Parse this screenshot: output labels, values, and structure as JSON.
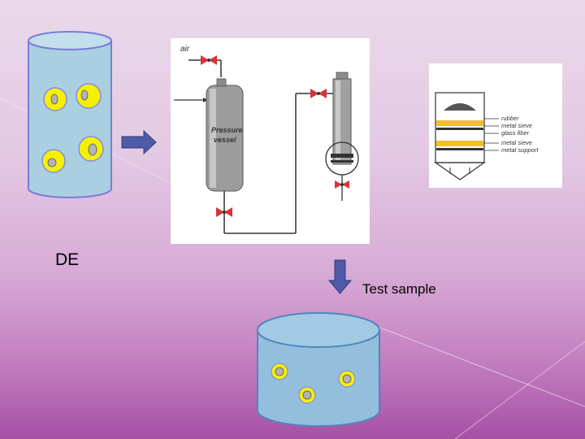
{
  "labels": {
    "source": "DE",
    "destination": "Test sample"
  },
  "apparatus": {
    "inlet": "air",
    "vessel_line1": "Pressure",
    "vessel_line2": "vessel"
  },
  "filter_stack": {
    "layers": [
      "rubber",
      "metal sieve",
      "glass fiber",
      "metal sieve",
      "metal support"
    ]
  },
  "colors": {
    "cylinder_fill": "#a9cfe0",
    "cylinder_stroke": "#7b7bd8",
    "beaker_fill": "#93bfdd",
    "beaker_stroke": "#4f86c0",
    "cell_yellow": "#f5f000",
    "cell_nucleus": "#b3b3b3",
    "arrow_fill": "#4f5aa8",
    "valve_red": "#d8323a",
    "vessel_grey": "#9c9c9c",
    "band_yellow": "#f3bf2a"
  }
}
